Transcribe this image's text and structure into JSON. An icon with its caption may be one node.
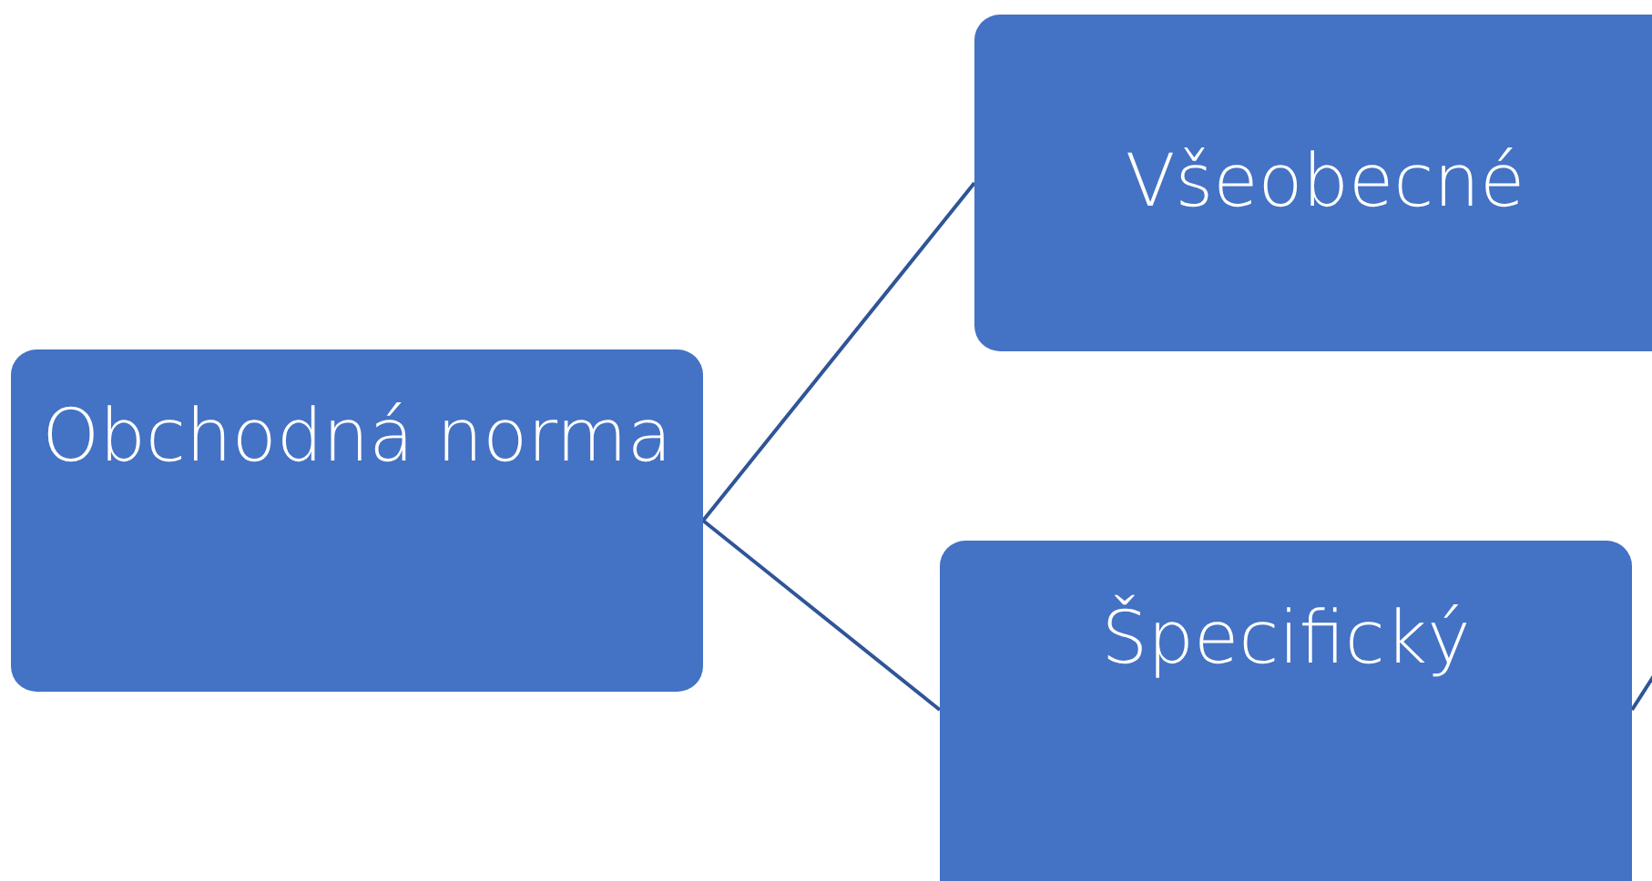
{
  "diagram": {
    "nodes": [
      {
        "text": [
          "Obchodná norma"
        ]
      },
      {
        "text": [
          "Všeobecné"
        ]
      },
      {
        "text": [
          "Špecifický"
        ]
      }
    ],
    "edges": [
      {
        "from": 0,
        "to": 1,
        "arrow": "none"
      },
      {
        "from": 0,
        "to": 2,
        "arrow": "none"
      },
      {
        "from": 2,
        "to": null,
        "arrow": "none"
      }
    ]
  }
}
